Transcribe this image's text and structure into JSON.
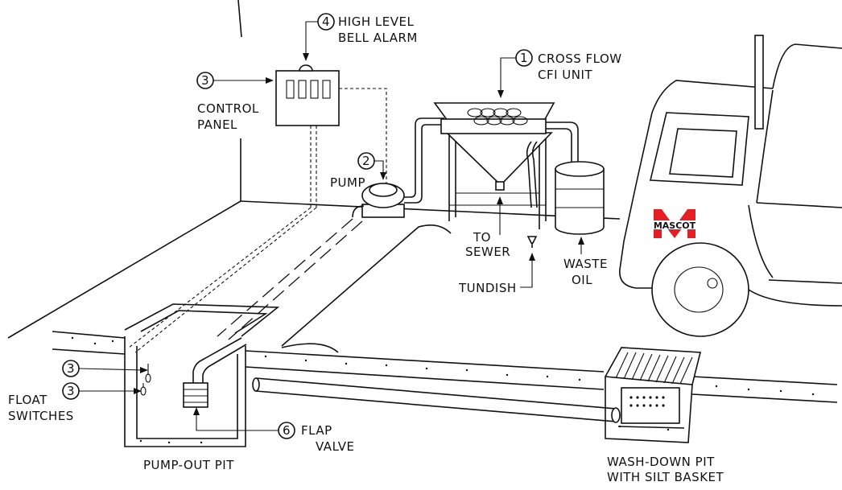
{
  "callouts": [
    {
      "num": "1",
      "lines": [
        "CROSS FLOW",
        "CFI UNIT"
      ]
    },
    {
      "num": "2",
      "lines": [
        "PUMP"
      ]
    },
    {
      "num": "3",
      "lines": [
        "CONTROL",
        "PANEL"
      ]
    },
    {
      "num": "4",
      "lines": [
        "HIGH LEVEL",
        "BELL ALARM"
      ]
    },
    {
      "num": "6",
      "lines": [
        "FLAP",
        "VALVE"
      ]
    }
  ],
  "float_switch_nums": [
    "3",
    "3"
  ],
  "labels": {
    "to_sewer": [
      "TO",
      "SEWER"
    ],
    "tundish": "TUNDISH",
    "waste_oil": [
      "WASTE",
      "OIL"
    ],
    "float_switches": [
      "FLOAT",
      "SWITCHES"
    ],
    "pump_out_pit": "PUMP-OUT PIT",
    "wash_down_pit": [
      "WASH-DOWN PIT",
      "WITH SILT BASKET"
    ],
    "truck_logo": "MASCOT"
  },
  "colors": {
    "logo_red": "#e31e24",
    "line": "#111111"
  }
}
